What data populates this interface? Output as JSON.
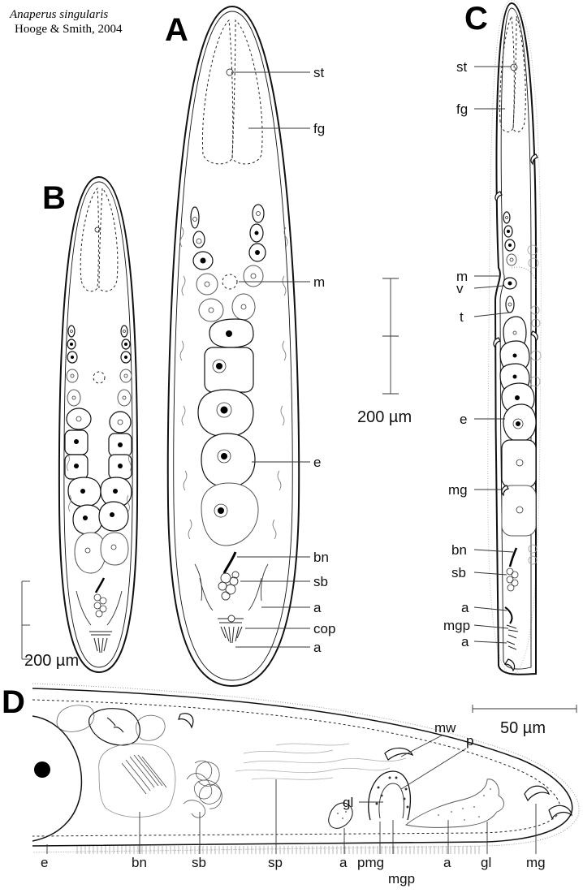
{
  "title": {
    "species": "Anaperus singularis",
    "authority": "Hooge & Smith, 2004"
  },
  "panels": {
    "A": "A",
    "B": "B",
    "C": "C",
    "D": "D"
  },
  "scale_bars": {
    "abc_center": "200 µm",
    "b_left": "200 µm",
    "d": "50 µm"
  },
  "labels_a": [
    "st",
    "fg",
    "m",
    "e",
    "bn",
    "sb",
    "a",
    "cop",
    "a"
  ],
  "labels_c": [
    "st",
    "fg",
    "m",
    "v",
    "t",
    "e",
    "mg",
    "bn",
    "sb",
    "a",
    "mgp",
    "a"
  ],
  "labels_d_top": [
    "mw",
    "p",
    "gl"
  ],
  "labels_d_bottom": [
    "e",
    "bn",
    "sb",
    "sp",
    "a",
    "pmg",
    "mgp",
    "a",
    "gl",
    "mg"
  ]
}
